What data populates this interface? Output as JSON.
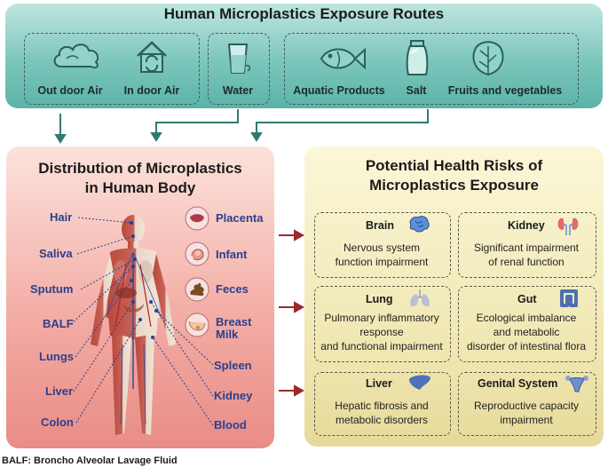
{
  "routes": {
    "title": "Human Microplastics Exposure Routes",
    "items": [
      {
        "label": "Out door Air",
        "icon": "cloud-icon"
      },
      {
        "label": "In door Air",
        "icon": "house-recycle-icon"
      },
      {
        "label": "Water",
        "icon": "water-glass-icon"
      },
      {
        "label": "Aquatic Products",
        "icon": "fish-icon"
      },
      {
        "label": "Salt",
        "icon": "salt-shaker-icon"
      },
      {
        "label": "Fruits and vegetables",
        "icon": "leaf-vegetable-icon"
      }
    ]
  },
  "distribution": {
    "title_line1": "Distribution of Microplastics",
    "title_line2": "in Human Body",
    "left_labels": [
      "Hair",
      "Saliva",
      "Sputum",
      "BALF",
      "Lungs",
      "Liver",
      "Colon"
    ],
    "right_labels": [
      "Spleen",
      "Kidney",
      "Blood"
    ],
    "samples": [
      {
        "label": "Placenta",
        "icon": "placenta-icon"
      },
      {
        "label": "Infant",
        "icon": "infant-icon"
      },
      {
        "label": "Feces",
        "icon": "feces-icon"
      },
      {
        "label": "Breast Milk",
        "line1": "Breast",
        "line2": "Milk",
        "icon": "breast-milk-icon"
      }
    ]
  },
  "risks": {
    "title_line1": "Potential Health Risks of",
    "title_line2": "Microplastics Exposure",
    "items": [
      {
        "name": "Brain",
        "icon": "brain-icon",
        "desc_line1": "Nervous system",
        "desc_line2": "function impairment",
        "desc_line3": ""
      },
      {
        "name": "Kidney",
        "icon": "kidney-icon",
        "desc_line1": "Significant impairment",
        "desc_line2": "of renal function",
        "desc_line3": ""
      },
      {
        "name": "Lung",
        "icon": "lung-icon",
        "desc_line1": "Pulmonary inflammatory",
        "desc_line2": "response",
        "desc_line3": "and functional impairment"
      },
      {
        "name": "Gut",
        "icon": "gut-icon",
        "desc_line1": "Ecological imbalance",
        "desc_line2": "and metabolic",
        "desc_line3": "disorder of intestinal flora"
      },
      {
        "name": "Liver",
        "icon": "liver-icon",
        "desc_line1": "Hepatic fibrosis and",
        "desc_line2": "metabolic disorders",
        "desc_line3": ""
      },
      {
        "name": "Genital System",
        "icon": "uterus-icon",
        "desc_line1": "Reproductive capacity",
        "desc_line2": "impairment",
        "desc_line3": ""
      }
    ]
  },
  "footnote": "BALF: Broncho Alveolar Lavage Fluid",
  "colors": {
    "teal": "#5bb3a8",
    "arrow_teal": "#2f7a70",
    "arrow_red": "#9b2a2a",
    "label_blue": "#2b3f8f"
  }
}
